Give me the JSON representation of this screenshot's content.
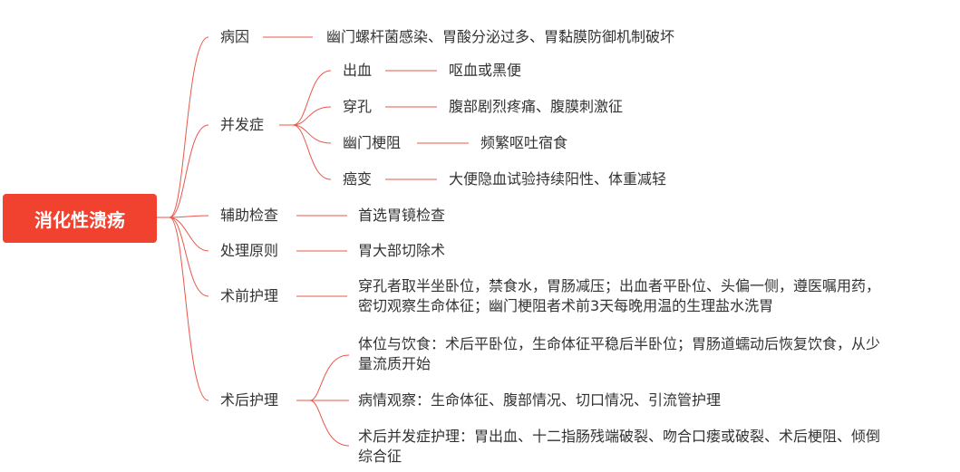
{
  "colors": {
    "accent": "#f1412f",
    "line": "#e8574a"
  },
  "root": "消化性溃疡",
  "branches": {
    "cause": {
      "label": "病因",
      "detail": "幽门螺杆菌感染、胃酸分泌过多、胃黏膜防御机制破坏"
    },
    "complications": {
      "label": "并发症",
      "items": [
        {
          "label": "出血",
          "detail": "呕血或黑便"
        },
        {
          "label": "穿孔",
          "detail": "腹部剧烈疼痛、腹膜刺激征"
        },
        {
          "label": "幽门梗阻",
          "detail": "频繁呕吐宿食"
        },
        {
          "label": "癌变",
          "detail": "大便隐血试验持续阳性、体重减轻"
        }
      ]
    },
    "exam": {
      "label": "辅助检查",
      "detail": "首选胃镜检查"
    },
    "treatment": {
      "label": "处理原则",
      "detail": "胃大部切除术"
    },
    "preop": {
      "label": "术前护理",
      "detail_lines": [
        "穿孔者取半坐卧位，禁食水，胃肠减压；出血者平卧位、头偏一侧，遵医嘱用药，",
        "密切观察生命体征；幽门梗阻者术前3天每晚用温的生理盐水洗胃"
      ]
    },
    "postop": {
      "label": "术后护理",
      "items": [
        {
          "lines": [
            "体位与饮食：术后平卧位，生命体征平稳后半卧位；胃肠道蠕动后恢复饮食，从少",
            "量流质开始"
          ]
        },
        {
          "lines": [
            "病情观察：生命体征、腹部情况、切口情况、引流管护理"
          ]
        },
        {
          "lines": [
            "术后并发症护理：胃出血、十二指肠残端破裂、吻合口瘘或破裂、术后梗阻、倾倒",
            "综合征"
          ]
        }
      ]
    }
  }
}
